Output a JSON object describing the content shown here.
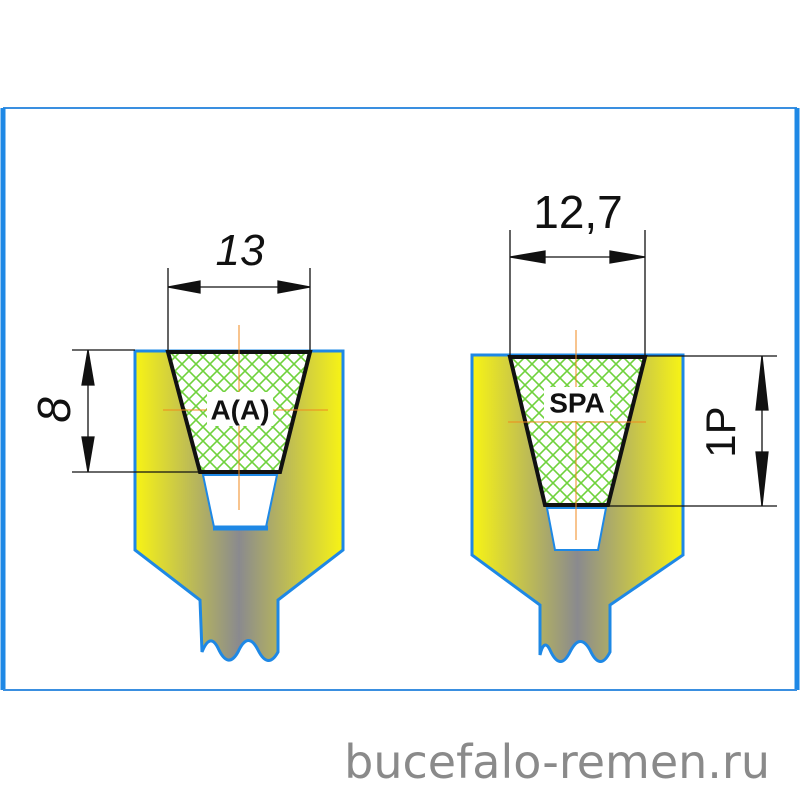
{
  "diagram": {
    "left_profile": {
      "label": "A(A)",
      "width_dim": "13",
      "height_dim": "8"
    },
    "right_profile": {
      "label": "SPA",
      "width_dim": "12,7",
      "height_dim": "1P"
    }
  },
  "footer": {
    "site": "bucefalo-remen.ru"
  },
  "colors": {
    "frame": "#1e88e5",
    "pulley": "#f5f011",
    "hatch": "#66cc33",
    "axis": "#f08a1c"
  }
}
